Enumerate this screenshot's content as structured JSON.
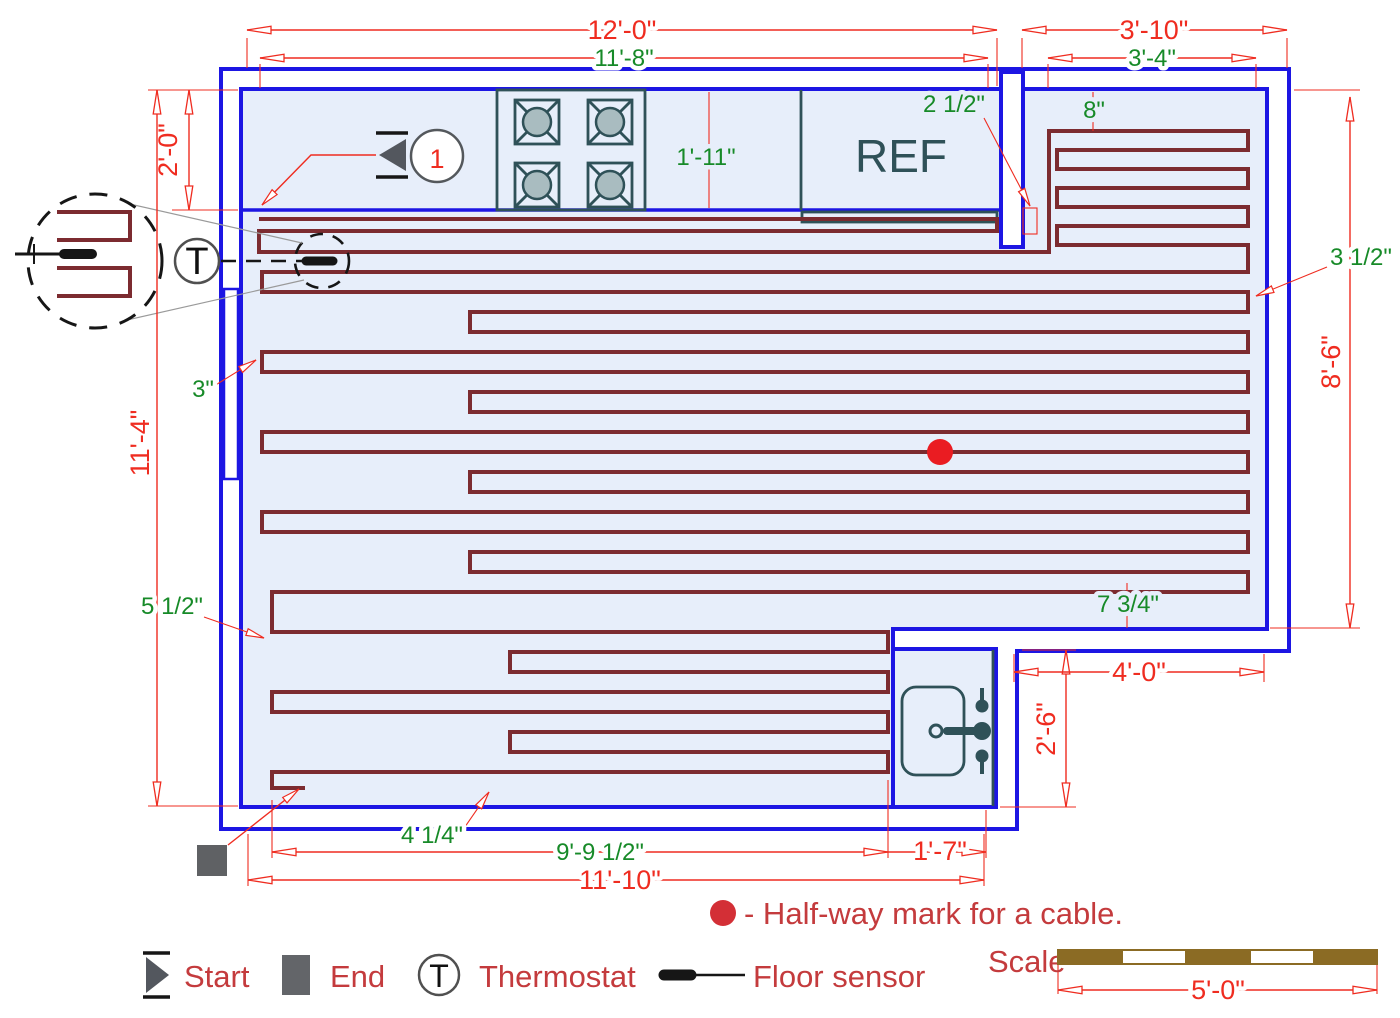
{
  "plan": {
    "ref_label": "REF",
    "start_callout": "1",
    "thermostat_symbol": "T",
    "legend_thermostat_symbol": "T"
  },
  "dimensions": {
    "top_overall": "12'-0\"",
    "top_heated": "11'-8\"",
    "top_right_overall": "3'-10\"",
    "top_right_heated": "3'-4\"",
    "counter_depth_left": "2'-0\"",
    "room_height": "11'-4\"",
    "counter_depth": "1'-11\"",
    "right_height": "8'-6\"",
    "right_bottom_width": "4'-0\"",
    "sink_depth": "2'-6\"",
    "bottom_heated": "9'-9 1/2\"",
    "bottom_sink": "1'-7\"",
    "bottom_overall": "11'-10\"",
    "scale_bar": "5'-0\""
  },
  "offsets": {
    "stub_gap": "2 1/2\"",
    "first_run_from_wall": "8\"",
    "left_gap": "3\"",
    "run_spacing": "3 1/2\"",
    "bottom_right_gap": "7 3/4\"",
    "bottom_left_gap": "5 1/2\"",
    "bottom_gap": "4 1/4\""
  },
  "legend": {
    "start": "Start",
    "end": "End",
    "thermostat": "Thermostat",
    "floor_sensor": "Floor sensor",
    "halfway_note": "- Half-way mark for a cable.",
    "scale_label": "Scale"
  },
  "colors": {
    "wall": "#1d16e3",
    "floor": "#e7eefa",
    "cable": "#7c2b30",
    "dim": "#ef2c20",
    "green": "#178a28",
    "appl": "#2f5158",
    "burner": "#a9bcc0",
    "legend": "#c43b3d",
    "brown": "#8b6b24",
    "dot": "#ea1c22",
    "marker": "#53575e"
  }
}
